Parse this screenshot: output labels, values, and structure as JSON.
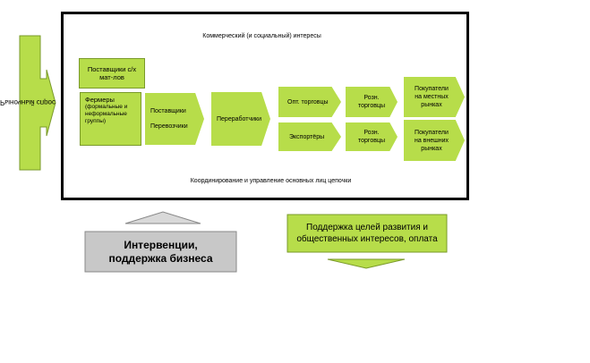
{
  "top_banner": "Коммерческий (и социальный) интересы",
  "side_label": "Рыночный спрос",
  "suppliers_box": "Поставщики с/х мат-лов",
  "farmers": {
    "title": "Фермеры",
    "subtitle": "(формальные и неформальные группы)"
  },
  "transporters": {
    "line1": "Поставщики",
    "line2": "Перевозчики"
  },
  "processors": "Переработчики",
  "wholesale": "Опт. торговцы",
  "exporters": "Экспортёры",
  "retail_top": "Розн. торговцы",
  "retail_bottom": "Розн. торговцы",
  "buyers_local": "Покупатели на местных рынках",
  "buyers_foreign": "Покупатели на внешних рынках",
  "coordination": "Координирование и управление основных лиц цепочки",
  "intervention": "Интервенции, поддержка бизнеса",
  "support": "Поддержка целей развития и общественных интересов, оплата",
  "colors": {
    "green": "#b7dd4a",
    "grey": "#c8c8c8"
  }
}
